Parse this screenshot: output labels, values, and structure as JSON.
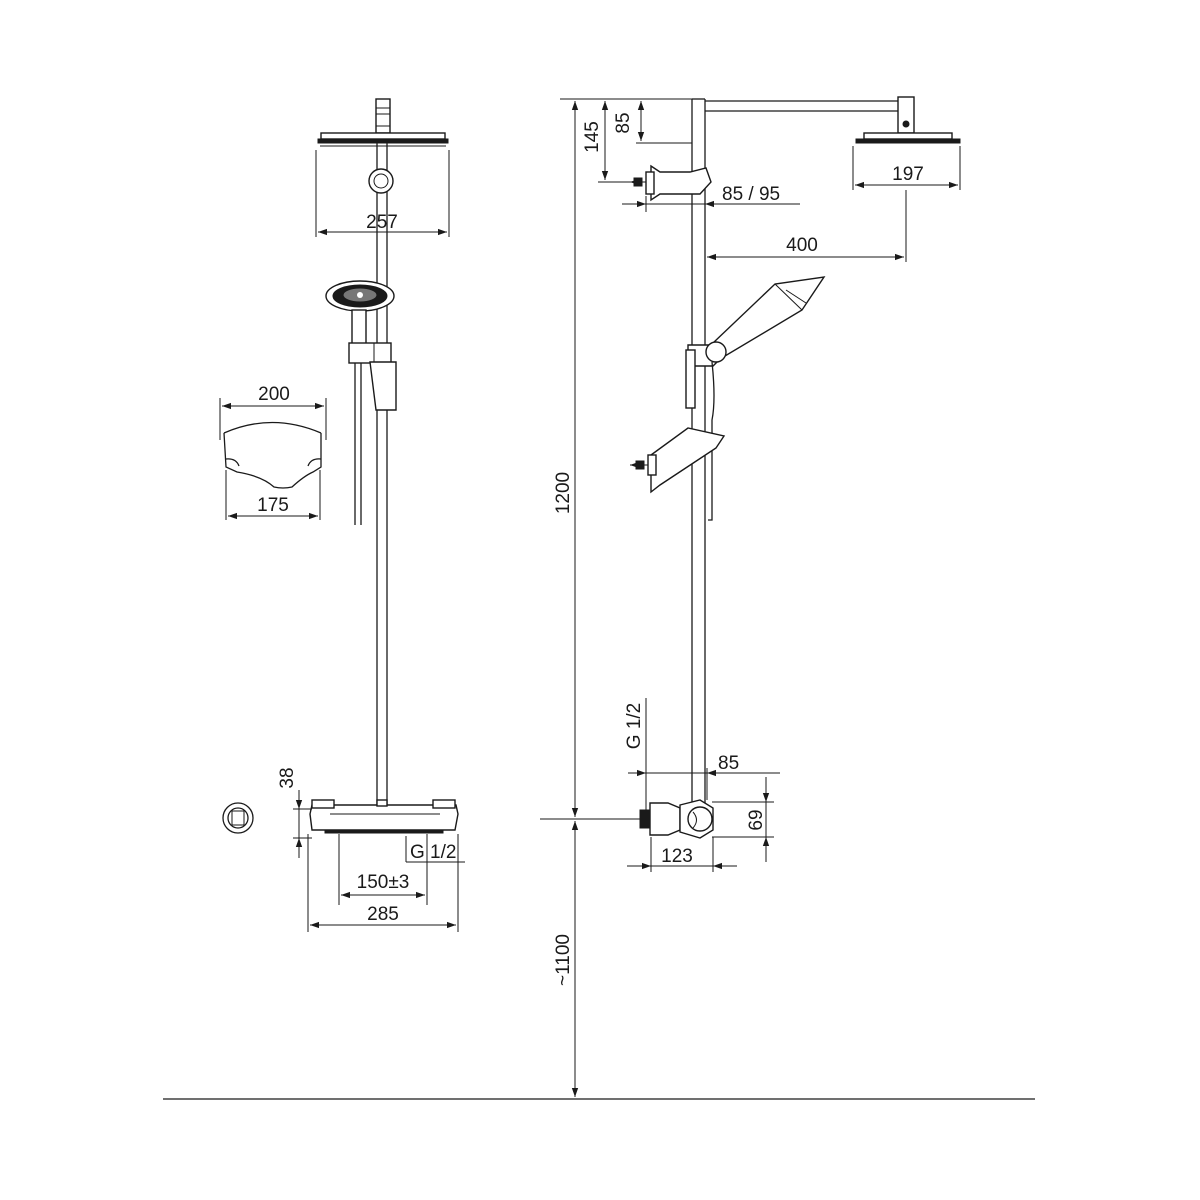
{
  "front_view": {
    "dim_head_width": "257",
    "dim_shelf_top": "200",
    "dim_shelf_bottom": "175",
    "dim_mixer_height": "38",
    "dim_connection": "G 1/2",
    "dim_centers": "150±3",
    "dim_mixer_width": "285"
  },
  "side_view": {
    "dim_145": "145",
    "dim_85_top": "85",
    "dim_holder": "85 / 95",
    "dim_head_width": "197",
    "dim_arm_length": "400",
    "dim_height": "1200",
    "dim_connection": "G 1/2",
    "dim_85_bottom": "85",
    "dim_69": "69",
    "dim_123": "123",
    "dim_floor": "~1100"
  }
}
